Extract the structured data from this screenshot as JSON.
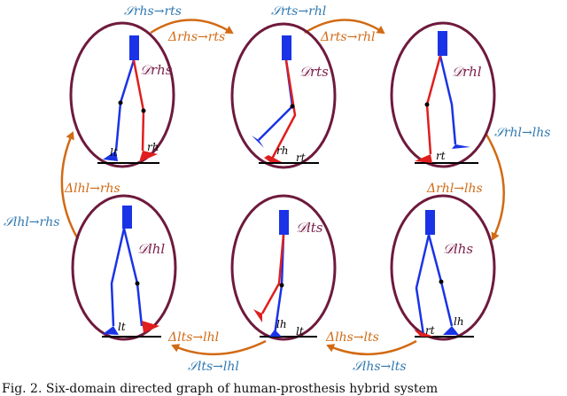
{
  "colors": {
    "ellipse": "#6e1a3c",
    "orange": "#d26a14",
    "blue_text": "#2f78b0",
    "human_leg": "#1a33e6",
    "prosthesis_leg": "#e01e1e"
  },
  "domains": [
    {
      "label": "𝒟rhs",
      "left_foot": "lt",
      "right_foot": "rh"
    },
    {
      "label": "𝒟rts",
      "left_foot": "rh",
      "right_foot": "rt"
    },
    {
      "label": "𝒟rhl",
      "left_foot": "",
      "right_foot": "rt"
    },
    {
      "label": "𝒟lhl",
      "left_foot": "lt",
      "right_foot": ""
    },
    {
      "label": "𝒟lts",
      "left_foot": "lh",
      "right_foot": "lt"
    },
    {
      "label": "𝒟lhs",
      "left_foot": "rt",
      "right_foot": "lh"
    }
  ],
  "transitions": {
    "s_rhs_rts": "𝒮rhs→rts",
    "d_rhs_rts": "Δrhs→rts",
    "s_rts_rhl": "𝒮rts→rhl",
    "d_rts_rhl": "Δrts→rhl",
    "s_rhl_lhs": "𝒮rhl→lhs",
    "d_rhl_lhs": "Δrhl→lhs",
    "d_lts_lhl": "Δlts→lhl",
    "s_lts_lhl": "𝒮lts→lhl",
    "d_lhs_lts": "Δlhs→lts",
    "s_lhs_lts": "𝒮lhs→lts",
    "d_lhl_rhs": "Δlhl→rhs",
    "s_lhl_rhs": "𝒮lhl→rhs"
  },
  "caption": "Fig. 2.   Six-domain directed graph of human-prosthesis hybrid system"
}
